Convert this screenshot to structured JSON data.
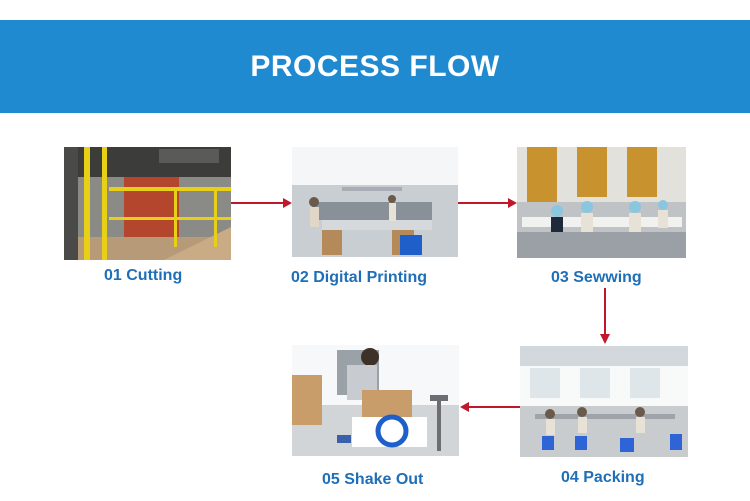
{
  "title": "PROCESS FLOW",
  "steps": [
    {
      "label": "01 Cutting",
      "photo": "cutting-machine-photo"
    },
    {
      "label": "02 Digital Printing",
      "photo": "digital-printing-workshop-photo"
    },
    {
      "label": "03 Sewwing",
      "photo": "sewing-workshop-photo"
    },
    {
      "label": "04 Packing",
      "photo": "packing-line-photo"
    },
    {
      "label": "05 Shake Out",
      "photo": "strapping-machine-photo"
    }
  ],
  "colors": {
    "banner": "#1f8ad0",
    "label": "#1f6fb8",
    "arrow": "#c0182a"
  }
}
